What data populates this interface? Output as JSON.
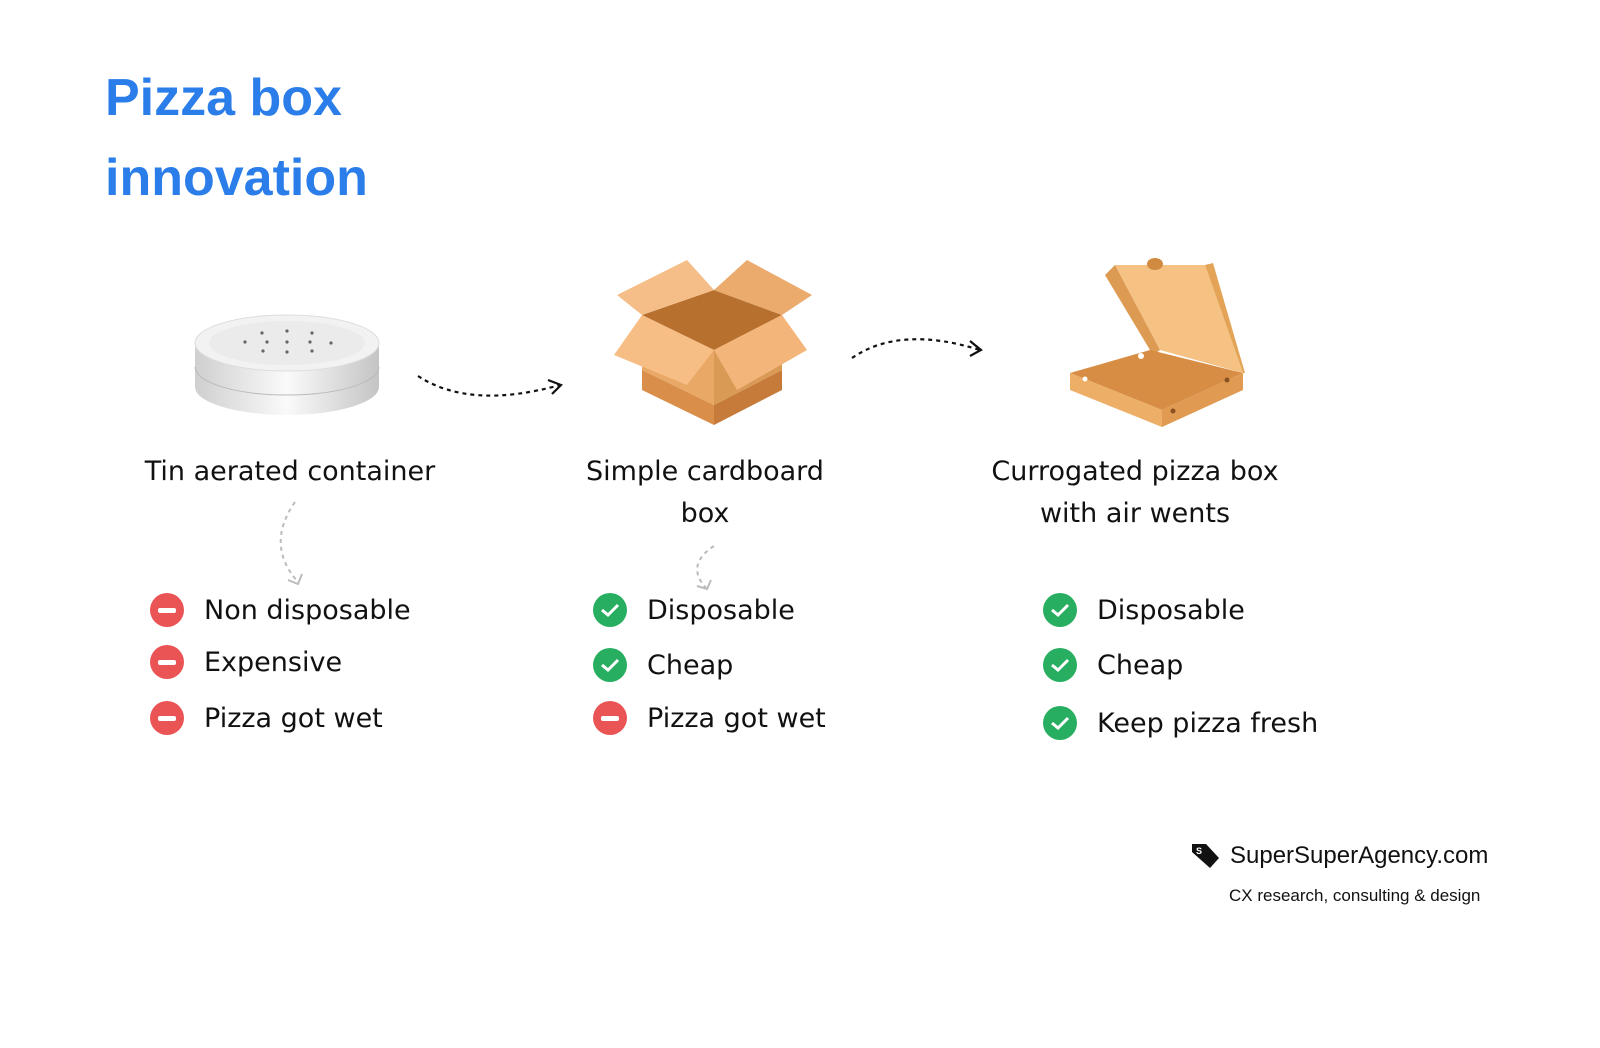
{
  "title": {
    "line1": "Pizza box",
    "line2": "innovation"
  },
  "stages": [
    {
      "label": "Tin aerated container",
      "items": [
        {
          "status": "negative",
          "text": "Non disposable"
        },
        {
          "status": "negative",
          "text": "Expensive"
        },
        {
          "status": "negative",
          "text": "Pizza got wet"
        }
      ]
    },
    {
      "label_line1": "Simple cardboard",
      "label_line2": "box",
      "items": [
        {
          "status": "positive",
          "text": "Disposable"
        },
        {
          "status": "positive",
          "text": "Cheap"
        },
        {
          "status": "negative",
          "text": "Pizza got wet"
        }
      ]
    },
    {
      "label_line1": "Currogated pizza box",
      "label_line2": "with air wents",
      "items": [
        {
          "status": "positive",
          "text": "Disposable"
        },
        {
          "status": "positive",
          "text": "Cheap"
        },
        {
          "status": "positive",
          "text": "Keep pizza fresh"
        }
      ]
    }
  ],
  "footer": {
    "brand": "SuperSuperAgency.com",
    "tagline": "CX research, consulting & design",
    "logo_letter": "S"
  },
  "colors": {
    "title": "#2b7de9",
    "positive": "#27ae60",
    "negative": "#ea5455"
  }
}
